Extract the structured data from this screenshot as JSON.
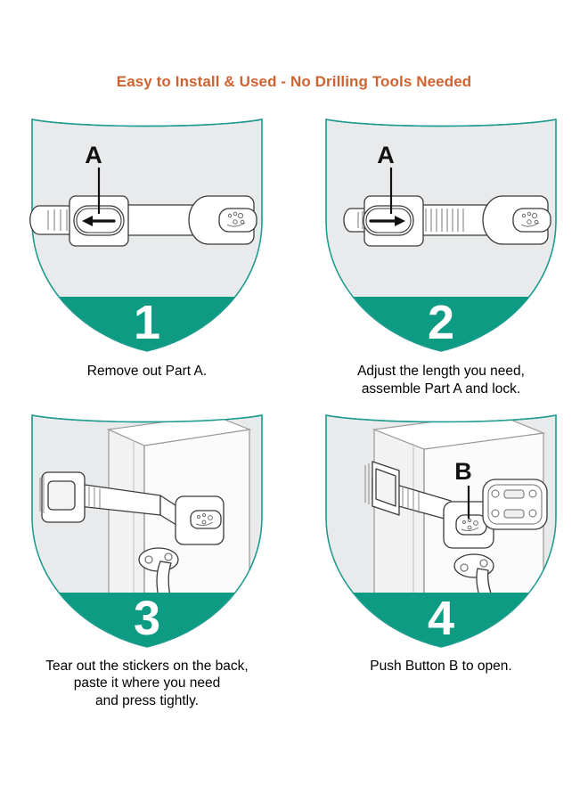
{
  "title": "Easy to Install & Used - No Drilling Tools Needed",
  "colors": {
    "title_orange": "#cf6330",
    "teal": "#0e9b84",
    "shield_outline": "#1f9c8e",
    "shield_fill": "#e9eaeb",
    "number_white": "#ffffff",
    "line_dark": "#2b2b2b",
    "caption_black": "#000000"
  },
  "steps": [
    {
      "number": "1",
      "label": "A",
      "caption": "Remove out Part A.",
      "arrow_direction": "left"
    },
    {
      "number": "2",
      "label": "A",
      "caption": "Adjust the length you need,\nassemble Part A and lock.",
      "arrow_direction": "right"
    },
    {
      "number": "3",
      "label": "",
      "caption": "Tear out the stickers on the back,\npaste it where you need\nand press tightly."
    },
    {
      "number": "4",
      "label": "B",
      "caption": "Push Button B to open."
    }
  ]
}
